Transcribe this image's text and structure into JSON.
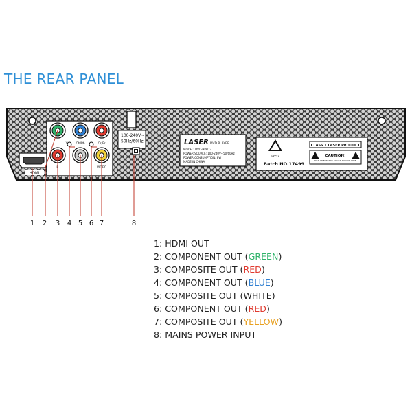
{
  "title": "THE REAR PANEL",
  "panel": {
    "hdmi_label": "HDMI",
    "jack_labels": {
      "y": "Y",
      "cb": "Cb/Pb",
      "cr": "Cr/Pr",
      "l": "L",
      "r": "R",
      "video": "VIDEO"
    },
    "power_label_line1": "100-240V~",
    "power_label_line2": "50Hz/60Hz",
    "brand": "LASER",
    "product": "DVD PLAYER",
    "spec_lines": [
      "MODEL: DVD-HD012",
      "POWER SOURCE: 100-240V~50/60Hz",
      "POWER CONSUMPTION: 8W",
      "MADE IN CHINA"
    ],
    "cert_code": "E652",
    "batch": "Batch NO.17499",
    "class_label": "CLASS 1 LASER PRODUCT",
    "caution": "CAUTION!",
    "caution_small": "RISK OF ELECTRIC SHOCK DO NOT OPEN"
  },
  "callouts": [
    "1",
    "2",
    "3",
    "4",
    "5",
    "6",
    "7",
    "8"
  ],
  "legend": [
    {
      "prefix": "1: HDMI OUT",
      "color_word": "",
      "suffix": "",
      "color": ""
    },
    {
      "prefix": "2: COMPONENT OUT (",
      "color_word": "GREEN",
      "suffix": ")",
      "color": "#2fb36a"
    },
    {
      "prefix": "3: COMPOSITE OUT (",
      "color_word": "RED",
      "suffix": ")",
      "color": "#e03a2f"
    },
    {
      "prefix": "4: COMPONENT OUT (",
      "color_word": "BLUE",
      "suffix": ")",
      "color": "#2f7fd1"
    },
    {
      "prefix": "5: COMPOSITE OUT (WHITE)",
      "color_word": "",
      "suffix": "",
      "color": ""
    },
    {
      "prefix": "6: COMPONENT OUT (",
      "color_word": "RED",
      "suffix": ")",
      "color": "#e03a2f"
    },
    {
      "prefix": "7: COMPOSITE OUT (",
      "color_word": "YELLOW",
      "suffix": ")",
      "color": "#e8a020"
    },
    {
      "prefix": "8: MAINS POWER INPUT",
      "color_word": "",
      "suffix": "",
      "color": ""
    }
  ],
  "colors": {
    "title": "#2e8fd6",
    "leader": "#c0392b",
    "panel": "#cfcfcf",
    "outline": "#222222"
  }
}
